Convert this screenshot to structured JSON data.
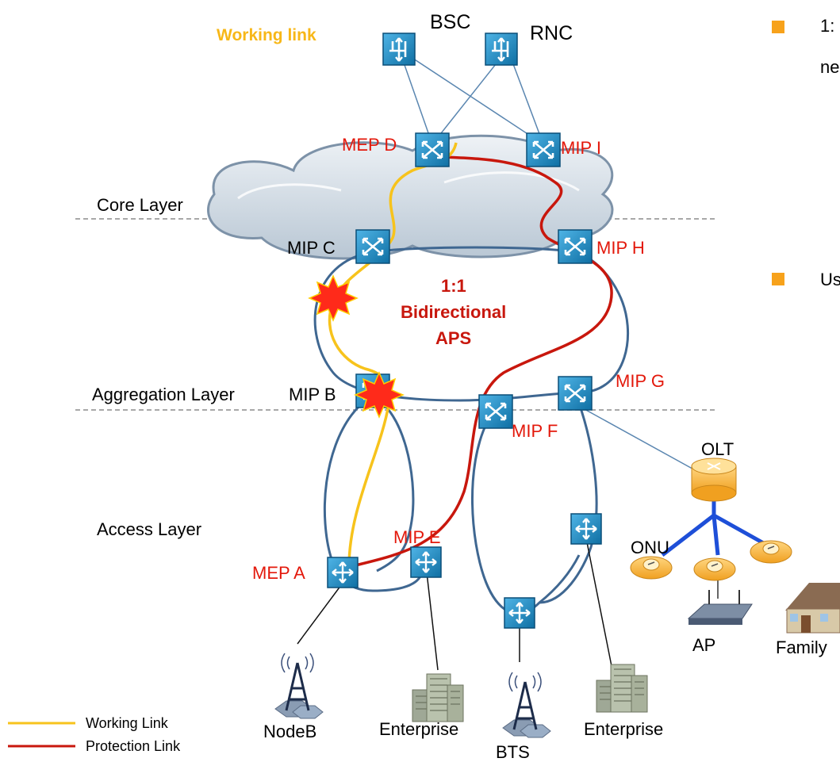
{
  "title": {
    "text": "Working link",
    "color": "#f7b718"
  },
  "layers": {
    "core": "Core Layer",
    "aggregation": "Aggregation Layer",
    "access": "Access Layer"
  },
  "nodes": {
    "bsc": "BSC",
    "rnc": "RNC",
    "mep_d": "MEP D",
    "mip_i": "MIP I",
    "mip_c": "MIP C",
    "mip_h": "MIP H",
    "mip_b": "MIP B",
    "mip_g": "MIP G",
    "mip_f": "MIP F",
    "mip_e": "MIP E",
    "mep_a": "MEP A",
    "olt": "OLT",
    "onu": "ONU",
    "ap": "AP",
    "family": "Family",
    "nodeb": "NodeB",
    "enterprise_1": "Enterprise",
    "enterprise_2": "Enterprise",
    "bts": "BTS"
  },
  "center_label": {
    "line1": "1:1",
    "line2": "Bidirectional",
    "line3": "APS"
  },
  "legend": {
    "working": "Working Link",
    "protection": "Protection Link"
  },
  "side_text": {
    "bullet1_line1": "1:",
    "bullet1_line2": "ne",
    "bullet2": "Us"
  },
  "colors": {
    "working": "#f7c31c",
    "protection": "#c8170d",
    "ring": "#3f6791",
    "switch": "#1a8ac4",
    "fault": "#ff2a1a",
    "node_label": "#e3180b",
    "bullet": "#f7a21b"
  },
  "icons": [
    "router-icon",
    "switch-icon",
    "fault-star-icon",
    "olt-icon",
    "onu-icon",
    "wireless-ap-icon",
    "house-icon",
    "building-icon",
    "antenna-tower-icon"
  ]
}
